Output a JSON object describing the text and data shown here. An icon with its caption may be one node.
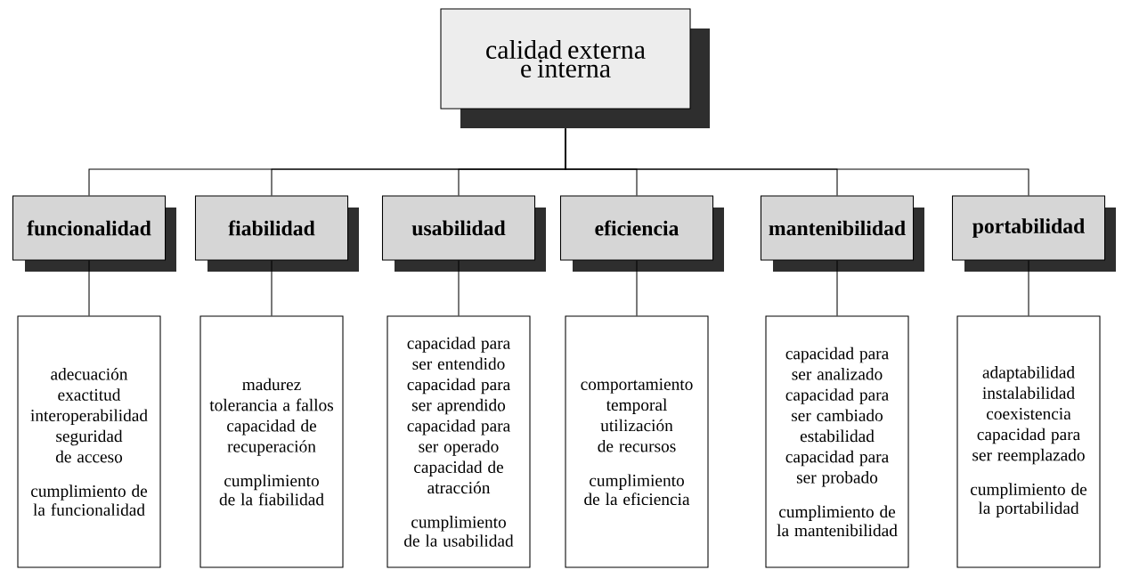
{
  "diagram": {
    "nodes": [
      {
        "text": [
          "calidad externa e interna"
        ]
      },
      {
        "text": [
          "funcionalidad"
        ]
      },
      {
        "text": [
          "fiabilidad"
        ]
      },
      {
        "text": [
          "usabilidad"
        ]
      },
      {
        "text": [
          "eficiencia"
        ]
      },
      {
        "text": [
          "mantenibilidad"
        ]
      },
      {
        "text": [
          "portabilidad"
        ]
      },
      {
        "text": [
          "adecuación",
          "exactitud",
          "interoperabilidad",
          "seguridad de acceso",
          "cumplimiento de la funcionalidad"
        ]
      },
      {
        "text": [
          "madurez",
          "tolerancia a fallos",
          "capacidad de recuperación",
          "cumplimiento de la fiabilidad"
        ]
      },
      {
        "text": [
          "capacidad para ser entendido",
          "capacidad para ser aprendido",
          "capacidad para ser operado",
          "capacidad de atracción",
          "cumplimiento de la usabilidad"
        ]
      },
      {
        "text": [
          "comportamiento temporal",
          "utilización de recursos",
          "cumplimiento de la eficiencia"
        ]
      },
      {
        "text": [
          "capacidad para ser analizado",
          "capacidad para ser cambiado",
          "estabilidad",
          "capacidad para ser probado",
          "cumplimiento de la mantenibilidad"
        ]
      },
      {
        "text": [
          "adaptabilidad",
          "instalabilidad",
          "coexistencia",
          "capacidad para ser reemplazado",
          "cumplimiento de la portabilidad"
        ]
      }
    ],
    "edges": [
      {
        "from": 0,
        "to": 1,
        "arrow": "none"
      },
      {
        "from": 0,
        "to": 2,
        "arrow": "none"
      },
      {
        "from": 0,
        "to": 3,
        "arrow": "none"
      },
      {
        "from": 0,
        "to": 4,
        "arrow": "none"
      },
      {
        "from": 0,
        "to": 5,
        "arrow": "none"
      },
      {
        "from": 0,
        "to": 6,
        "arrow": "none"
      },
      {
        "from": 1,
        "to": 7,
        "arrow": "none"
      },
      {
        "from": 2,
        "to": 8,
        "arrow": "none"
      },
      {
        "from": 3,
        "to": 9,
        "arrow": "none"
      },
      {
        "from": 4,
        "to": 10,
        "arrow": "none"
      },
      {
        "from": 5,
        "to": 11,
        "arrow": "none"
      },
      {
        "from": 6,
        "to": 12,
        "arrow": "none"
      }
    ]
  }
}
